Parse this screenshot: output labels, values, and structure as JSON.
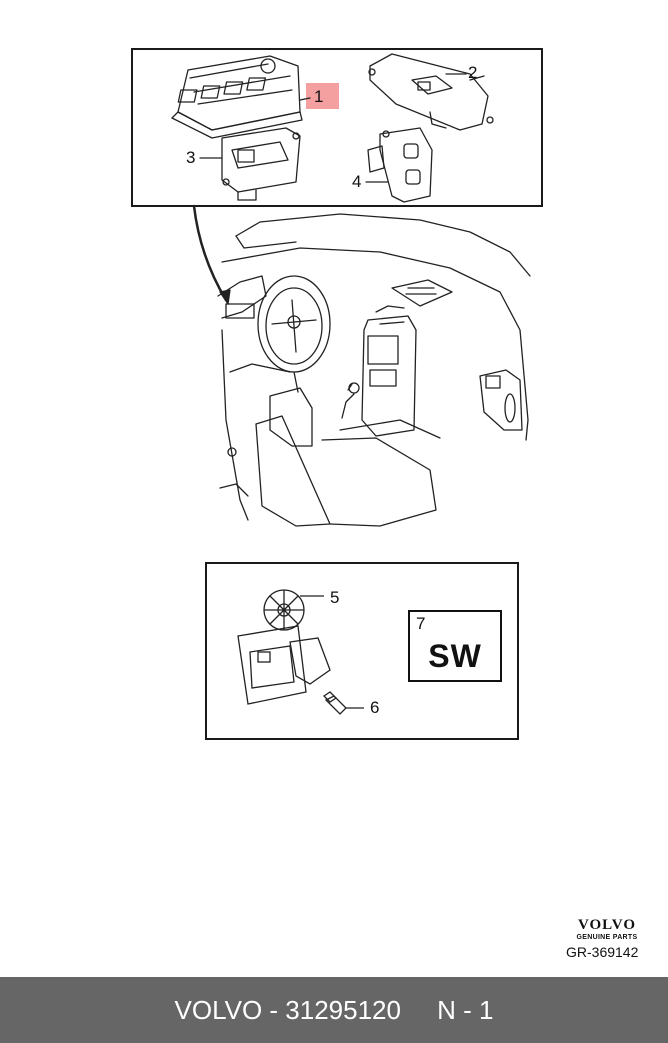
{
  "callouts": {
    "c1": "1",
    "c2": "2",
    "c3": "3",
    "c4": "4",
    "c5": "5",
    "c6": "6",
    "c7": "7"
  },
  "sw_label": "SW",
  "brand": {
    "name": "VOLVO",
    "sub": "GENUINE PARTS"
  },
  "reference": "GR-369142",
  "footer": {
    "part": "VOLVO - 31295120",
    "note": "N - 1"
  },
  "colors": {
    "highlight": "#f4a0a0",
    "footer_bg": "#666666"
  }
}
